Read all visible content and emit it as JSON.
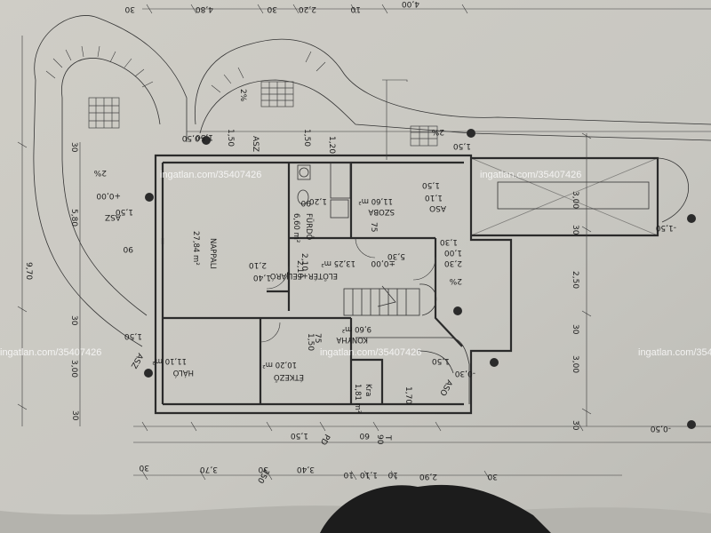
{
  "watermark": "ingatlan.com/35407426",
  "rooms": {
    "nappali": {
      "name": "NAPPALI",
      "area": "27,84 m²"
    },
    "furdo": {
      "name": "FÜRDŐ",
      "area": "6,60 m²"
    },
    "szoba": {
      "name": "SZOBA",
      "area": "11,60 m²"
    },
    "eloter": {
      "name": "ELŐTÉR+FELJÁRÓ",
      "area": "13,25 m²"
    },
    "halo": {
      "name": "HÁLÓ",
      "area": "11,10 m²"
    },
    "etkezo": {
      "name": "ÉTKEZŐ",
      "area": "10,20 m²"
    },
    "konyha": {
      "name": "KONYHA",
      "area": "9,60 m²"
    },
    "kamra": {
      "name": "Kra",
      "area": "1,81 m²"
    }
  },
  "dimensions": {
    "top": [
      "30",
      "4,80",
      "30",
      "2,20",
      "10",
      "4,00"
    ],
    "left": [
      "30",
      "5,80",
      "9,70",
      "30",
      "3,00",
      "30"
    ],
    "right": [
      "3,00",
      "30",
      "2,50",
      "30",
      "3,00",
      "30"
    ],
    "bottom": [
      "30",
      "3,70",
      "30",
      "3,40",
      "10",
      "1,10",
      "10",
      "2,90",
      "30"
    ],
    "inner": [
      "1,50",
      "1,50",
      "1,50",
      "1,50",
      "1,50",
      "1,50",
      "90",
      "90",
      "2,10",
      "2,10",
      "2,30",
      "1,00",
      "5,30",
      "1,40",
      "75",
      "75",
      "1,50",
      "60",
      "90",
      "1,70",
      "1,20",
      "1,20",
      "1,10",
      "1,50",
      "2,10",
      "1,50",
      "1,50",
      "1,30"
    ]
  },
  "levels": [
    "+0,00",
    "-1,50",
    "±0,00",
    "-0,30",
    "-0,50",
    "-0,50"
  ],
  "slopes": [
    "2%",
    "2%",
    "2%",
    "2%"
  ],
  "labels": [
    "ASZ",
    "ASZ",
    "ASO",
    "ASO",
    "ASZ",
    "PD",
    "T",
    "250"
  ]
}
